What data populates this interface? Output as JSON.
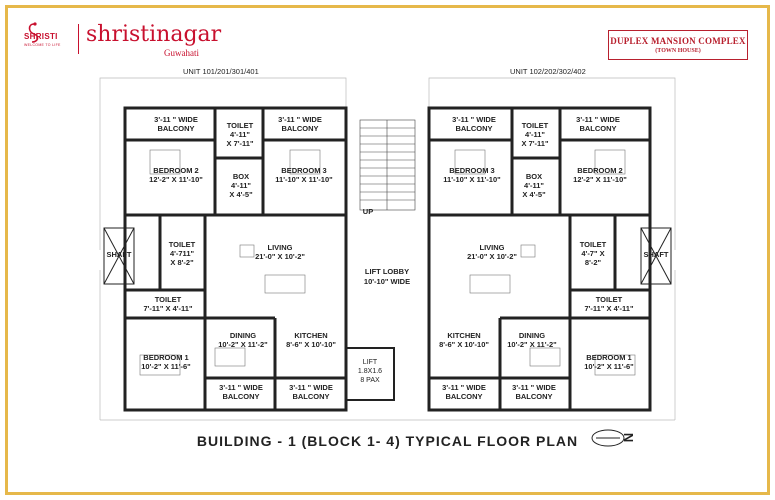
{
  "header": {
    "logo_brand": "SHRISTI",
    "logo_tagline": "WELCOME TO LIFE",
    "project_name": "shristinagar",
    "project_city": "Guwahati",
    "badge_title": "DUPLEX MANSION COMPLEX",
    "badge_subtitle": "(TOWN HOUSE)"
  },
  "units": {
    "left": "UNIT 101/201/301/401",
    "right": "UNIT 102/202/302/402"
  },
  "rooms": {
    "left": {
      "balcony_top_left": {
        "name": "3'-11 \" WIDE",
        "size": "BALCONY"
      },
      "toilet_top": {
        "name": "TOILET",
        "size": "4'-11\"",
        "size2": "X 7'-11\""
      },
      "balcony_top_right": {
        "name": "3'-11 \" WIDE",
        "size": "BALCONY"
      },
      "bedroom2": {
        "name": "BEDROOM 2",
        "size": "12'-2\" X 11'-10\""
      },
      "box": {
        "name": "BOX",
        "size": "4'-11\"",
        "size2": "X 4'-5\""
      },
      "bedroom3": {
        "name": "BEDROOM 3",
        "size": "11'-10\" X 11'-10\""
      },
      "shaft": {
        "name": "SHAFT"
      },
      "toilet_mid": {
        "name": "TOILET",
        "size": "4'-711\"",
        "size2": "X 8'-2\""
      },
      "living": {
        "name": "LIVING",
        "size": "21'-0\" X 10'-2\""
      },
      "toilet_low": {
        "name": "TOILET",
        "size": "7'-11\" X 4'-11\""
      },
      "dining": {
        "name": "DINING",
        "size": "10'-2\" X 11'-2\""
      },
      "kitchen": {
        "name": "KITCHEN",
        "size": "8'-6\" X 10'-10\""
      },
      "bedroom1": {
        "name": "BEDROOM 1",
        "size": "10'-2\" X 11'-6\""
      },
      "balcony_bottom_left": {
        "name": "3'-11 \" WIDE",
        "size": "BALCONY"
      },
      "balcony_bottom_right": {
        "name": "3'-11 \" WIDE",
        "size": "BALCONY"
      }
    },
    "right": {
      "balcony_top_left": {
        "name": "3'-11 \" WIDE",
        "size": "BALCONY"
      },
      "toilet_top": {
        "name": "TOILET",
        "size": "4'-11\"",
        "size2": "X 7'-11\""
      },
      "balcony_top_right": {
        "name": "3'-11 \" WIDE",
        "size": "BALCONY"
      },
      "bedroom3": {
        "name": "BEDROOM 3",
        "size": "11'-10\" X 11'-10\""
      },
      "box": {
        "name": "BOX",
        "size": "4'-11\"",
        "size2": "X 4'-5\""
      },
      "bedroom2": {
        "name": "BEDROOM 2",
        "size": "12'-2\" X 11'-10\""
      },
      "shaft": {
        "name": "SHAFT"
      },
      "toilet_mid": {
        "name": "TOILET",
        "size": "4'-7\" X",
        "size2": "8'-2\""
      },
      "living": {
        "name": "LIVING",
        "size": "21'-0\" X 10'-2\""
      },
      "toilet_low": {
        "name": "TOILET",
        "size": "7'-11\" X 4'-11\""
      },
      "kitchen": {
        "name": "KITCHEN",
        "size": "8'-6\" X 10'-10\""
      },
      "dining": {
        "name": "DINING",
        "size": "10'-2\" X 11'-2\""
      },
      "bedroom1": {
        "name": "BEDROOM 1",
        "size": "10'-2\" X 11'-6\""
      },
      "balcony_bottom_left": {
        "name": "3'-11 \" WIDE",
        "size": "BALCONY"
      },
      "balcony_bottom_right": {
        "name": "3'-11 \" WIDE",
        "size": "BALCONY"
      }
    },
    "core": {
      "up": "UP",
      "lobby": {
        "name": "LIFT LOBBY",
        "size": "10'-10\"  WIDE"
      },
      "lift": {
        "name": "LIFT",
        "size": "1.8X1.6",
        "size2": "8 PAX"
      }
    }
  },
  "plan_title": "BUILDING - 1 (BLOCK 1- 4) TYPICAL FLOOR PLAN",
  "north_label": "N",
  "colors": {
    "brand": "#c8102e",
    "frame": "#e6b84a",
    "wall": "#222222"
  }
}
